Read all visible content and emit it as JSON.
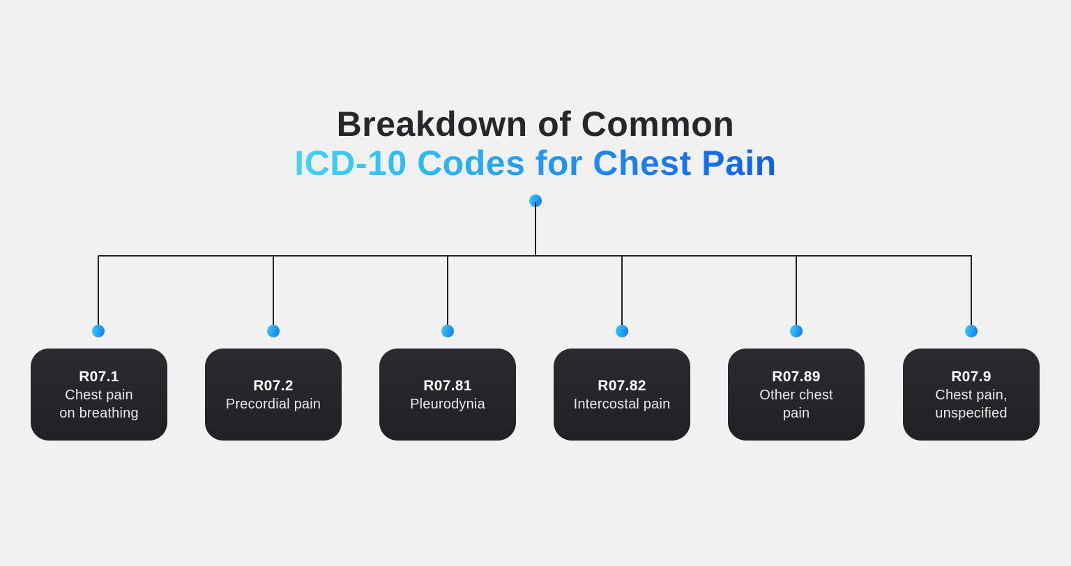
{
  "title": {
    "line1": "Breakdown of Common",
    "line2": "ICD-10 Codes for Chest Pain"
  },
  "colors": {
    "background": "#f1f1f1",
    "title_dark": "#26272b",
    "title_gradient_start": "#45d3f6",
    "title_gradient_end": "#125fe8",
    "connector_line": "#1f2125",
    "dot_gradient_start": "#40cdf6",
    "dot_gradient_end": "#1572ea",
    "node_background": "#242529",
    "node_code_text": "#ffffff",
    "node_label_text": "#e9e9e9"
  },
  "nodes": [
    {
      "code": "R07.1",
      "label": "Chest pain\non breathing"
    },
    {
      "code": "R07.2",
      "label": "Precordial pain"
    },
    {
      "code": "R07.81",
      "label": "Pleurodynia"
    },
    {
      "code": "R07.82",
      "label": "Intercostal pain"
    },
    {
      "code": "R07.89",
      "label": "Other chest\npain"
    },
    {
      "code": "R07.9",
      "label": "Chest pain,\nunspecified"
    }
  ]
}
